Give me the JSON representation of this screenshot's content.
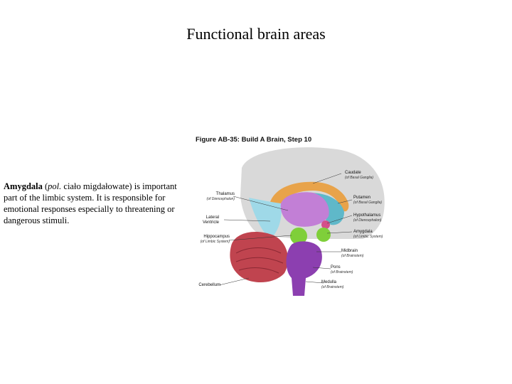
{
  "slide": {
    "title": "Functional brain areas"
  },
  "text": {
    "term": "Amygdala",
    "open_paren": " (",
    "lang_abbr": "pol.",
    "polish": " ciało migdałowate)",
    "description": " is important part of the limbic system. It is responsible for emotional responses especially to threatening or dangerous stimuli."
  },
  "figure": {
    "title": "Figure AB-35: Build A Brain, Step 10",
    "labels": {
      "caudate": "Caudate",
      "caudate_sub": "(of Basal Ganglia)",
      "putamen": "Putamen",
      "putamen_sub": "(of Basal Ganglia)",
      "hypothalamus": "Hypothalamus",
      "hypothalamus_sub": "(of Diencephalon)",
      "amygdala": "Amygdala",
      "amygdala_sub": "(of Limbic System)",
      "midbrain": "Midbrain",
      "midbrain_sub": "(of Brainstem)",
      "pons": "Pons",
      "pons_sub": "(of Brainstem)",
      "medulla": "Medulla",
      "medulla_sub": "(of Brainstem)",
      "thalamus": "Thalamus",
      "thalamus_sub": "(of Diencephalon)",
      "lateral_ventricle_1": "Lateral",
      "lateral_ventricle_2": "Ventricle",
      "hippocampus": "Hippocampus",
      "hippocampus_sub": "(of Limbic System)",
      "cerebellum": "Cerebellum"
    },
    "colors": {
      "cortex": "#d9d9d9",
      "caudate": "#e8a34a",
      "ventricle": "#9fd9e8",
      "thalamus": "#c27fd6",
      "amygdala": "#7fcf3a",
      "cerebellum": "#c0444f",
      "brainstem": "#8c3fb0"
    }
  }
}
